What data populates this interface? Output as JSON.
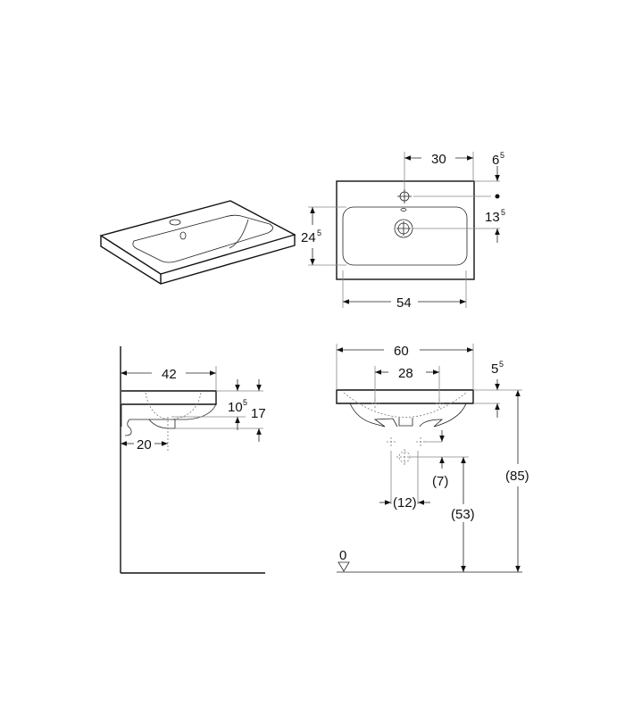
{
  "top_view": {
    "width_offset": "30",
    "tap_offset": "6",
    "tap_offset_sup": "5",
    "drain_offset": "13",
    "drain_offset_sup": "5",
    "basin_depth": "24",
    "basin_depth_sup": "5",
    "basin_width": "54"
  },
  "side_view": {
    "depth": "42",
    "drain_from_wall": "20",
    "bowl_height": "10",
    "bowl_height_sup": "5",
    "total_height": "17"
  },
  "front_view": {
    "width": "60",
    "tap_spacing": "28",
    "rim": "5",
    "rim_sup": "5",
    "trap_offset": "(7)",
    "trap_spacing": "(12)",
    "drain_height": "(53)",
    "rim_height": "(85)",
    "floor_level": "0"
  }
}
